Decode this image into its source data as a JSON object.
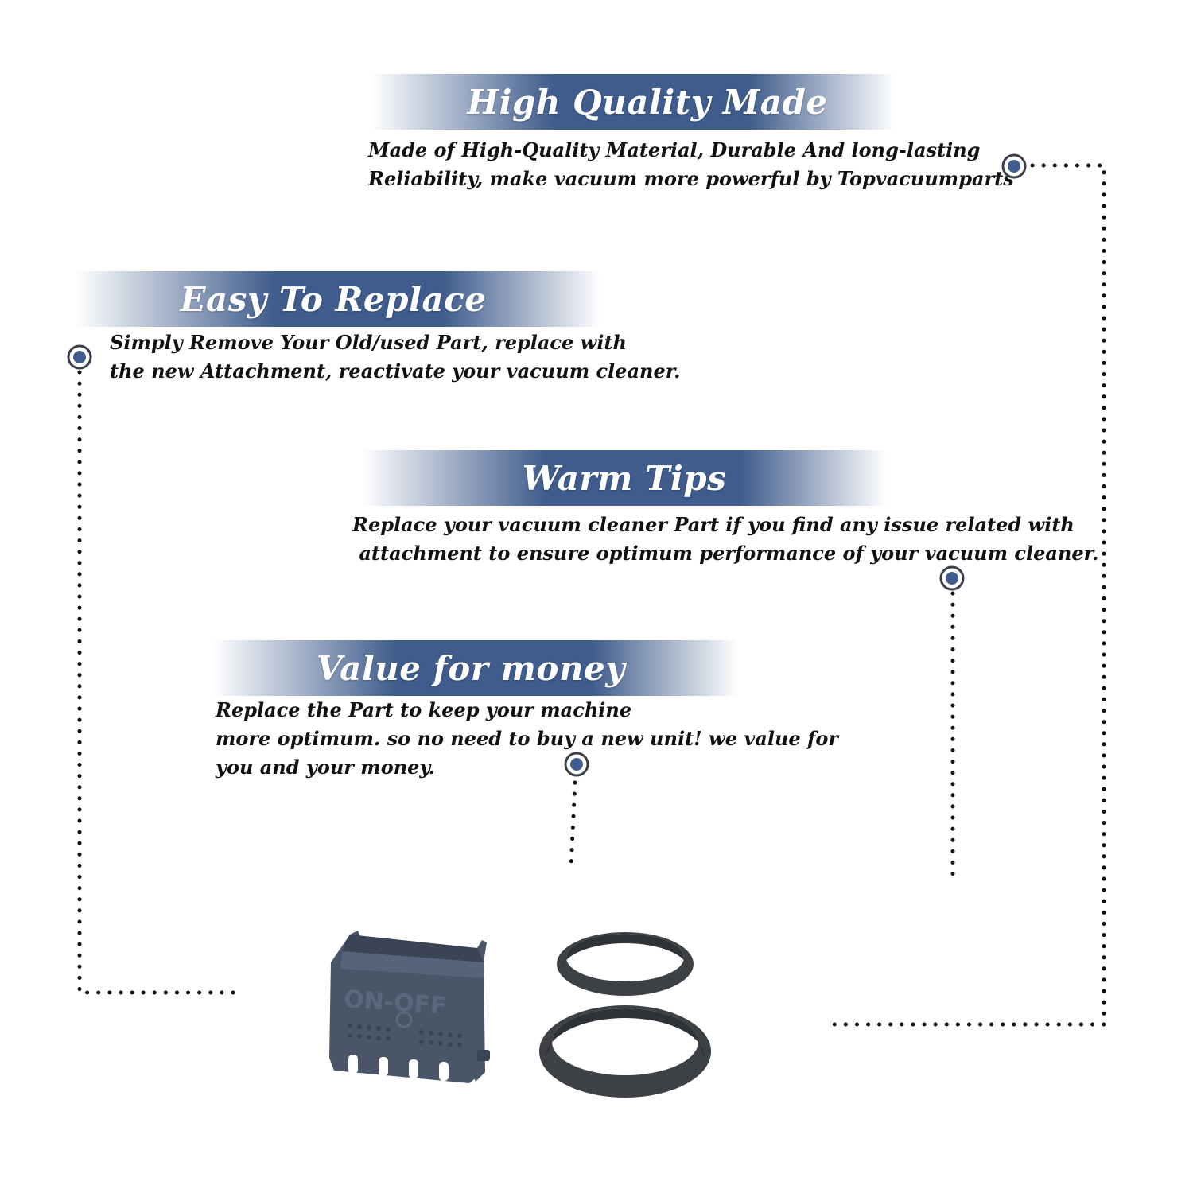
{
  "colors": {
    "banner_dark": "#3f5c8c",
    "banner_light": "#ffffff",
    "marker_fill": "#3f5c8c",
    "marker_ring": "#3a3f4a",
    "dots": "#111111",
    "product": "#4a5668",
    "belt": "#3d4146"
  },
  "features": [
    {
      "title": "High Quality Made",
      "lines": [
        "Made of  High-Quality Material, Durable And long-lasting",
        "Reliability, make vacuum more powerful by Topvacuumparts"
      ]
    },
    {
      "title": "Easy To Replace",
      "lines": [
        "Simply Remove Your Old/used Part, replace with",
        "the new Attachment, reactivate your vacuum cleaner."
      ]
    },
    {
      "title": "Warm Tips",
      "lines": [
        "Replace your vacuum cleaner Part if you find any issue related with",
        " attachment to ensure optimum performance of your vacuum cleaner."
      ]
    },
    {
      "title": "Value for money",
      "lines": [
        "Replace the Part to keep your machine",
        "more optimum. so no need to buy a new unit! we value for",
        "you and your money."
      ]
    }
  ],
  "product": {
    "switch_label": "ON-OFF",
    "switch_icon": "power-icon",
    "belt_icon": "belt-icon"
  }
}
